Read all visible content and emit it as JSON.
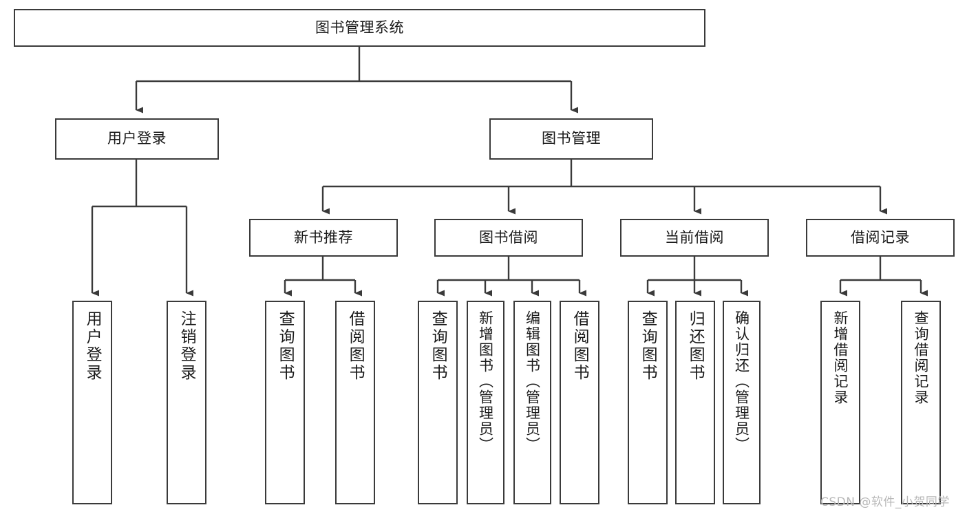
{
  "diagram": {
    "title": "图书管理系统",
    "type": "hierarchy-tree",
    "watermark": "CSDN @软件_小贺同学",
    "colors": {
      "box_border": "#3a3a3a",
      "box_fill": "#ffffff",
      "connector": "#3a3a3a",
      "text": "#1a1a1a",
      "watermark": "#b8b8b8",
      "background": "#ffffff"
    },
    "nodes": {
      "root": {
        "label": "图书管理系统",
        "level": 0,
        "orientation": "horizontal"
      },
      "user_login": {
        "label": "用户登录",
        "level": 1,
        "orientation": "horizontal"
      },
      "book_manage": {
        "label": "图书管理",
        "level": 1,
        "orientation": "horizontal"
      },
      "new_book_rec": {
        "label": "新书推荐",
        "level": 2,
        "orientation": "horizontal"
      },
      "book_borrow": {
        "label": "图书借阅",
        "level": 2,
        "orientation": "horizontal"
      },
      "current_borrow": {
        "label": "当前借阅",
        "level": 2,
        "orientation": "horizontal"
      },
      "borrow_record": {
        "label": "借阅记录",
        "level": 2,
        "orientation": "horizontal"
      },
      "leaf_user_login": {
        "label": "用户登录",
        "level": 2,
        "orientation": "vertical"
      },
      "leaf_user_logout": {
        "label": "注销登录",
        "level": 2,
        "orientation": "vertical"
      },
      "leaf_rec_query": {
        "label": "查询图书",
        "level": 3,
        "orientation": "vertical"
      },
      "leaf_rec_borrow": {
        "label": "借阅图书",
        "level": 3,
        "orientation": "vertical"
      },
      "leaf_borrow_query": {
        "label": "查询图书",
        "level": 3,
        "orientation": "vertical"
      },
      "leaf_borrow_add": {
        "label": "新增图书（管理员）",
        "level": 3,
        "orientation": "vertical"
      },
      "leaf_borrow_edit": {
        "label": "编辑图书（管理员）",
        "level": 3,
        "orientation": "vertical"
      },
      "leaf_borrow_lend": {
        "label": "借阅图书",
        "level": 3,
        "orientation": "vertical"
      },
      "leaf_cur_query": {
        "label": "查询图书",
        "level": 3,
        "orientation": "vertical"
      },
      "leaf_cur_return": {
        "label": "归还图书",
        "level": 3,
        "orientation": "vertical"
      },
      "leaf_cur_confirm": {
        "label": "确认归还（管理员）",
        "level": 3,
        "orientation": "vertical"
      },
      "leaf_rec_add": {
        "label": "新增借阅记录",
        "level": 3,
        "orientation": "vertical"
      },
      "leaf_rec_query_record": {
        "label": "查询借阅记录",
        "level": 3,
        "orientation": "vertical"
      }
    },
    "edges": [
      {
        "from": "root",
        "to": "user_login"
      },
      {
        "from": "root",
        "to": "book_manage"
      },
      {
        "from": "user_login",
        "to": "leaf_user_login"
      },
      {
        "from": "user_login",
        "to": "leaf_user_logout"
      },
      {
        "from": "book_manage",
        "to": "new_book_rec"
      },
      {
        "from": "book_manage",
        "to": "book_borrow"
      },
      {
        "from": "book_manage",
        "to": "current_borrow"
      },
      {
        "from": "book_manage",
        "to": "borrow_record"
      },
      {
        "from": "new_book_rec",
        "to": "leaf_rec_query"
      },
      {
        "from": "new_book_rec",
        "to": "leaf_rec_borrow"
      },
      {
        "from": "book_borrow",
        "to": "leaf_borrow_query"
      },
      {
        "from": "book_borrow",
        "to": "leaf_borrow_add"
      },
      {
        "from": "book_borrow",
        "to": "leaf_borrow_edit"
      },
      {
        "from": "book_borrow",
        "to": "leaf_borrow_lend"
      },
      {
        "from": "current_borrow",
        "to": "leaf_cur_query"
      },
      {
        "from": "current_borrow",
        "to": "leaf_cur_return"
      },
      {
        "from": "current_borrow",
        "to": "leaf_cur_confirm"
      },
      {
        "from": "borrow_record",
        "to": "leaf_rec_add"
      },
      {
        "from": "borrow_record",
        "to": "leaf_rec_query_record"
      }
    ]
  }
}
